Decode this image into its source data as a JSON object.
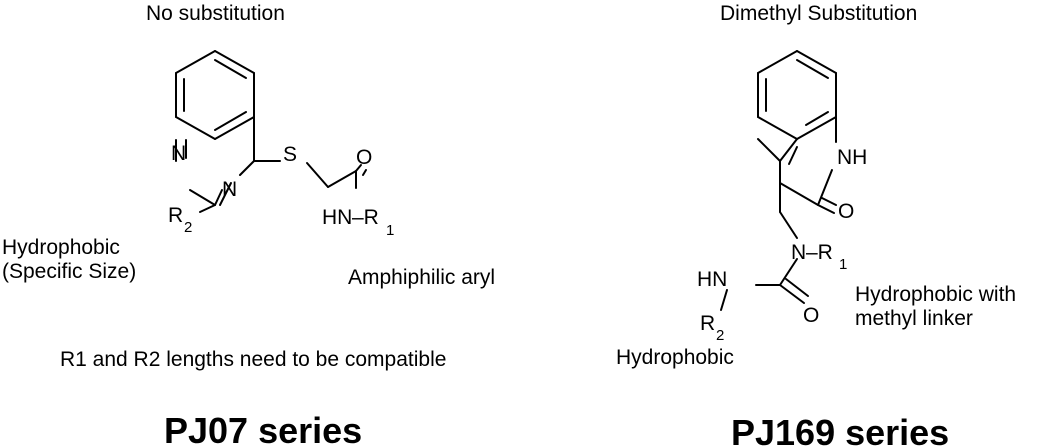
{
  "left": {
    "heading": "No substitution",
    "r2_note_line1": "Hydrophobic",
    "r2_note_line2": "(Specific Size)",
    "r1_note": "Amphiphilic aryl",
    "compat_note": "R1 and R2 lengths need to be compatible",
    "series_label": "PJ07 series",
    "atoms": {
      "n_top": "N",
      "n_bottom": "N",
      "s": "S",
      "o": "O",
      "hn": "HN",
      "dash_r1": "–R",
      "r1_sub": "1",
      "r2": "R",
      "r2_sub": "2"
    }
  },
  "right": {
    "heading": "Dimethyl Substitution",
    "r1_note_line1": "Hydrophobic with",
    "r1_note_line2": "methyl linker",
    "r2_note": "Hydrophobic",
    "series_label": "PJ169 series",
    "atoms": {
      "nh_ring": "NH",
      "o_ring": "O",
      "n_chain": "N",
      "dash_r1": "–R",
      "r1_sub": "1",
      "hn": "HN",
      "o_urea": "O",
      "r2": "R",
      "r2_sub": "2"
    }
  },
  "colors": {
    "ink": "#000000",
    "background": "#ffffff"
  }
}
